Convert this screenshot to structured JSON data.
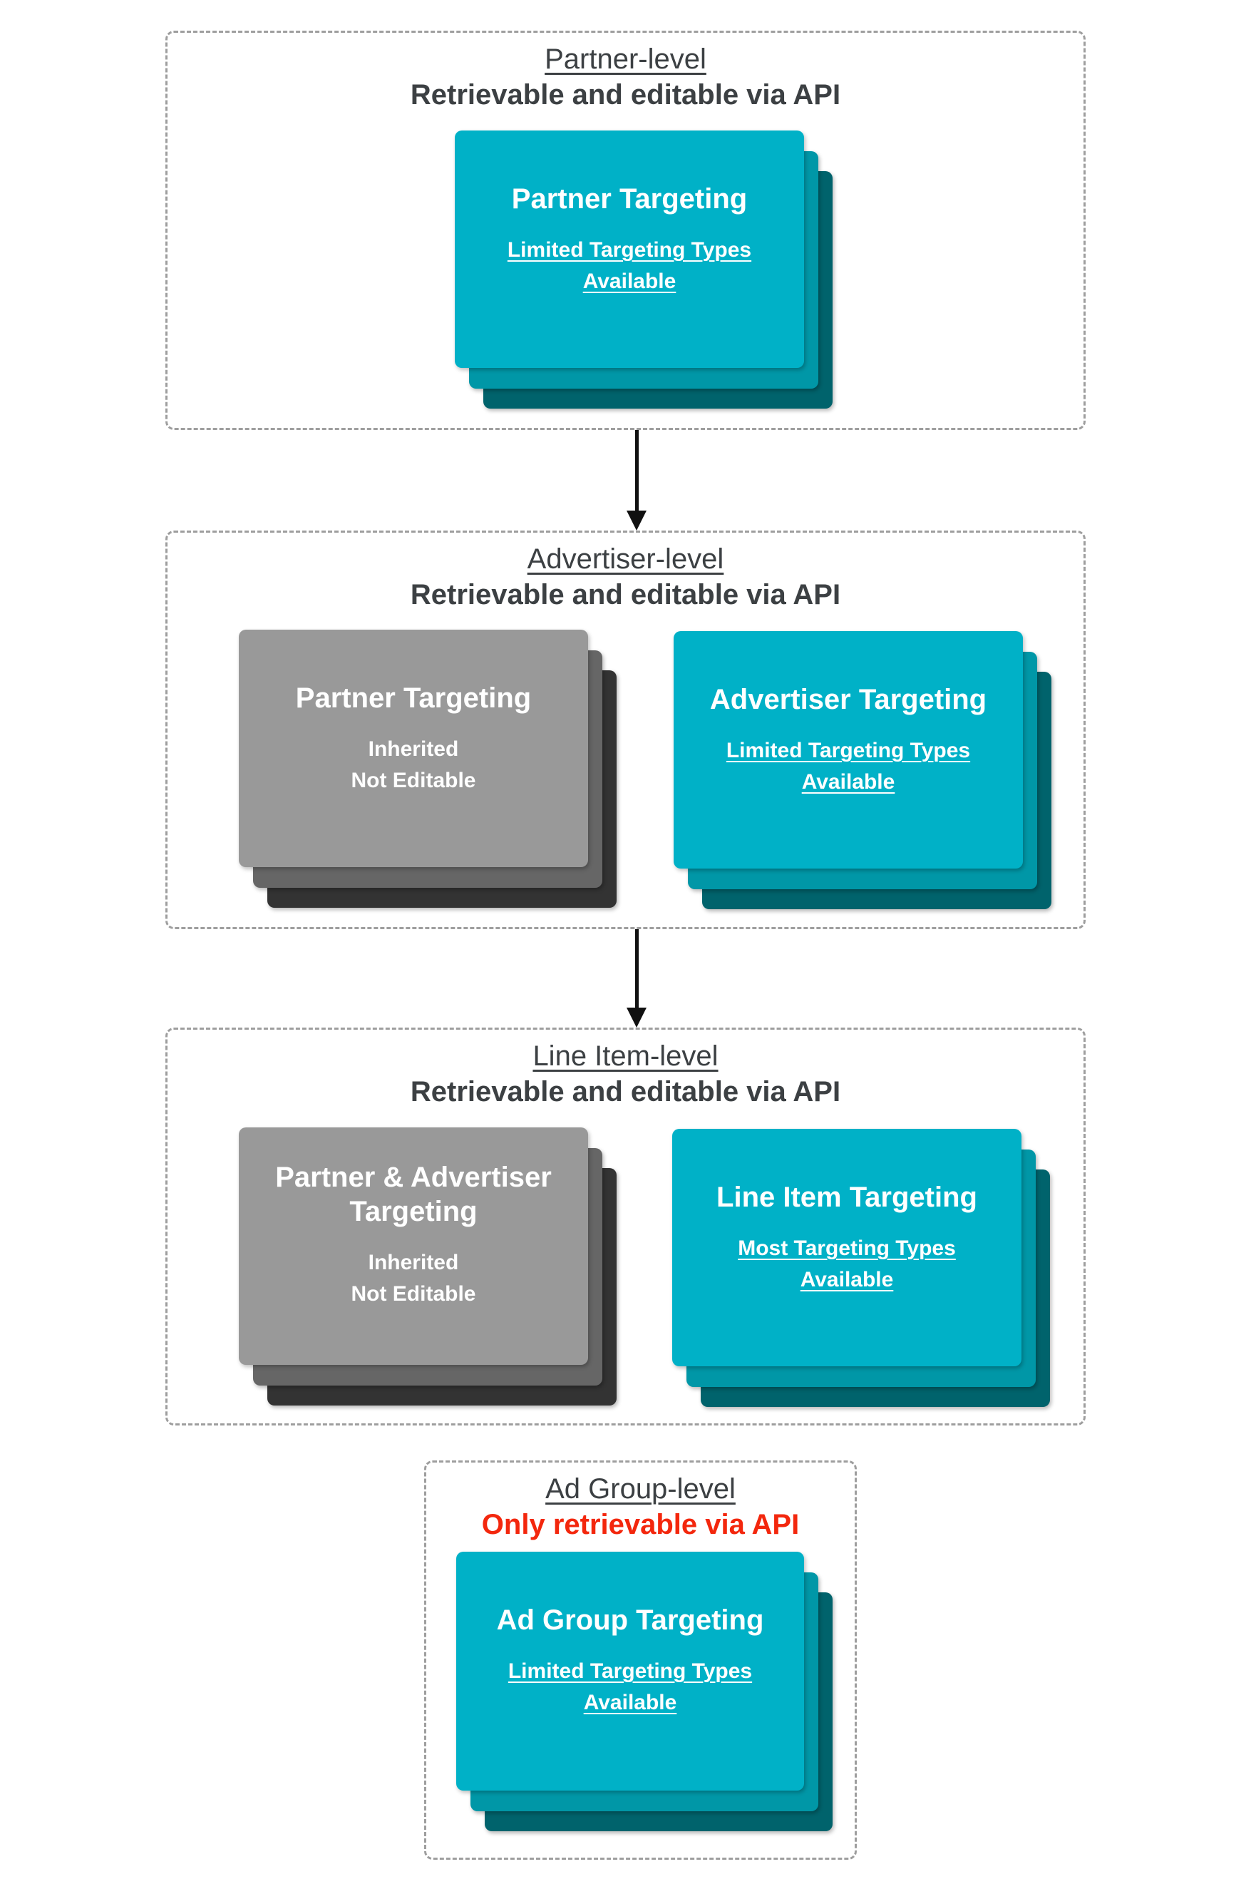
{
  "colors": {
    "teal_front": "#00B1C7",
    "teal_mid": "#0097A7",
    "teal_back": "#00636C",
    "gray_front": "#999999",
    "gray_mid": "#666666",
    "gray_back": "#333333",
    "text_dark": "#3C4043",
    "subtitle_red": "#F3270D",
    "border_gray": "#9E9E9E",
    "arrow_black": "#111111",
    "card_text": "#FFFFFF",
    "background": "#FFFFFF"
  },
  "sections": [
    {
      "id": "partner-level",
      "title": "Partner-level",
      "subtitle": "Retrievable and editable via API",
      "cards": [
        {
          "style": "teal",
          "title": "Partner Targeting",
          "subtext": "Limited Targeting Types Available"
        }
      ]
    },
    {
      "id": "advertiser-level",
      "title": "Advertiser-level",
      "subtitle": "Retrievable and editable via API",
      "cards": [
        {
          "style": "gray",
          "title": "Partner Targeting",
          "lines": [
            "Inherited",
            "Not Editable"
          ]
        },
        {
          "style": "teal",
          "title": "Advertiser Targeting",
          "subtext": "Limited Targeting Types Available"
        }
      ]
    },
    {
      "id": "line-item-level",
      "title": "Line Item-level",
      "subtitle": "Retrievable and editable via API",
      "cards": [
        {
          "style": "gray",
          "title": "Partner & Advertiser Targeting",
          "lines": [
            "Inherited",
            "Not Editable"
          ]
        },
        {
          "style": "teal",
          "title": "Line Item Targeting",
          "subtext": "Most Targeting Types Available"
        }
      ]
    },
    {
      "id": "ad-group-level",
      "title": "Ad Group-level",
      "subtitle": "Only retrievable via API",
      "cards": [
        {
          "style": "teal",
          "title": "Ad Group Targeting",
          "subtext": "Limited Targeting Types Available"
        }
      ]
    }
  ]
}
